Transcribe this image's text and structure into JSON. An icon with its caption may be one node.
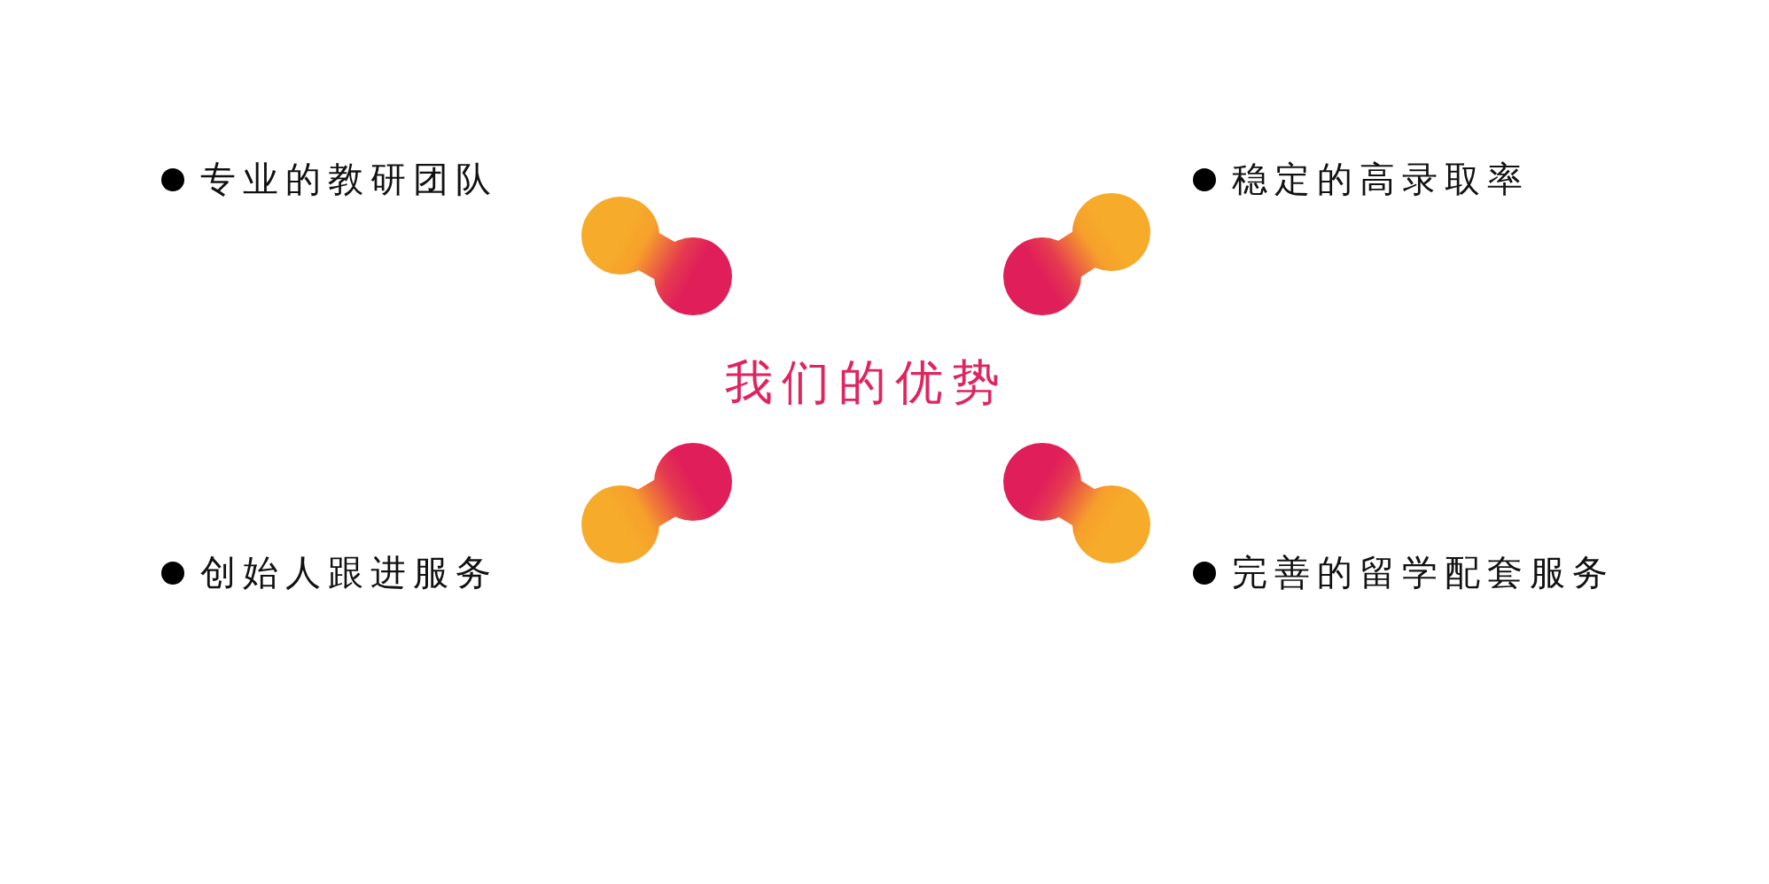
{
  "diagram": {
    "nodes": [
      {
        "text": [
          "我们的优势"
        ]
      },
      {
        "text": [
          "专业的教研团队"
        ]
      },
      {
        "text": [
          "稳定的高录取率"
        ]
      },
      {
        "text": [
          "创始人跟进服务"
        ]
      },
      {
        "text": [
          "完善的留学配套服务"
        ]
      }
    ]
  }
}
